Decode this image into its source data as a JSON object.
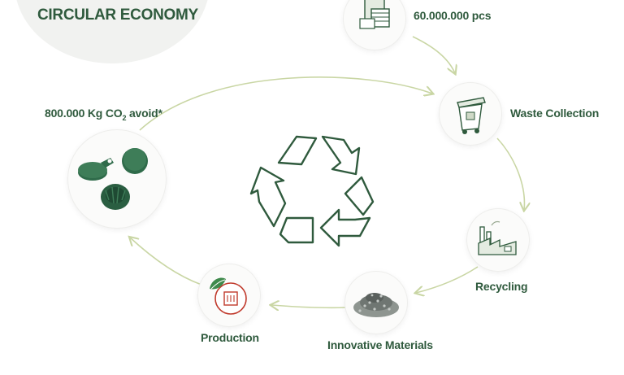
{
  "title": "CIRCULAR ECONOMY",
  "stages": {
    "pieces": {
      "value": "60.000.000 pcs",
      "icon": "boxes-icon"
    },
    "waste": {
      "label": "Waste Collection",
      "icon": "waste-bin-icon"
    },
    "recycling": {
      "label": "Recycling",
      "icon": "factory-icon"
    },
    "materials": {
      "label": "Innovative Materials",
      "icon": "pellets-icon"
    },
    "production": {
      "label": "Production",
      "icon": "leaf-production-icon"
    },
    "co2": {
      "prefix": "800.000 Kg CO",
      "sub": "2",
      "suffix": " avoid*",
      "icon": "plastic-caps-icon"
    }
  },
  "center_icon": "recycle-icon",
  "colors": {
    "primary": "#2f5a3d",
    "arrow": "#c9d6a4",
    "product": "#2f6b4a",
    "accent": "#c0392b"
  }
}
